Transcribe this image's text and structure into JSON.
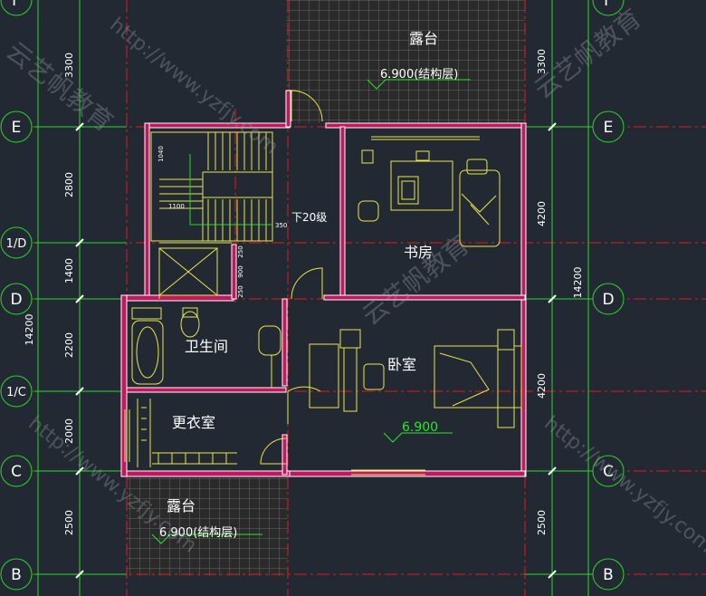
{
  "grid_labels": {
    "F": "F",
    "E": "E",
    "1_D": "1/D",
    "D": "D",
    "1_C": "1/C",
    "C": "C",
    "B": "B"
  },
  "left_dims": [
    "3300",
    "2800",
    "1400",
    "2200",
    "2000",
    "2500"
  ],
  "left_total": "14200",
  "right_dims": [
    "3300",
    "4200",
    "4200",
    "2500"
  ],
  "right_total": "14200",
  "stair_dims": {
    "d1040": "1040",
    "d1100": "1100",
    "d350": "350",
    "d250a": "250",
    "d900": "900",
    "d250b": "250"
  },
  "rooms": {
    "terrace_top": "露台",
    "terrace_top_elev": "6.900(结构层)",
    "study": "书房",
    "bedroom": "卧室",
    "bedroom_elev": "6.900",
    "bathroom": "卫生间",
    "closet": "更衣室",
    "terrace_bottom": "露台",
    "terrace_bottom_elev": "6.900(结构层)",
    "stair_note": "下20级"
  },
  "watermarks": [
    "云艺帆教育",
    "http://www.yzfjy.com"
  ],
  "colors": {
    "background": "#222933",
    "wall": "#ffffff",
    "wall_fill": "#c21860",
    "grid_axis": "#dd1d1d",
    "dim_line": "#2bd62b",
    "furniture": "#e8e84a",
    "elev_text": "#2be52b"
  }
}
